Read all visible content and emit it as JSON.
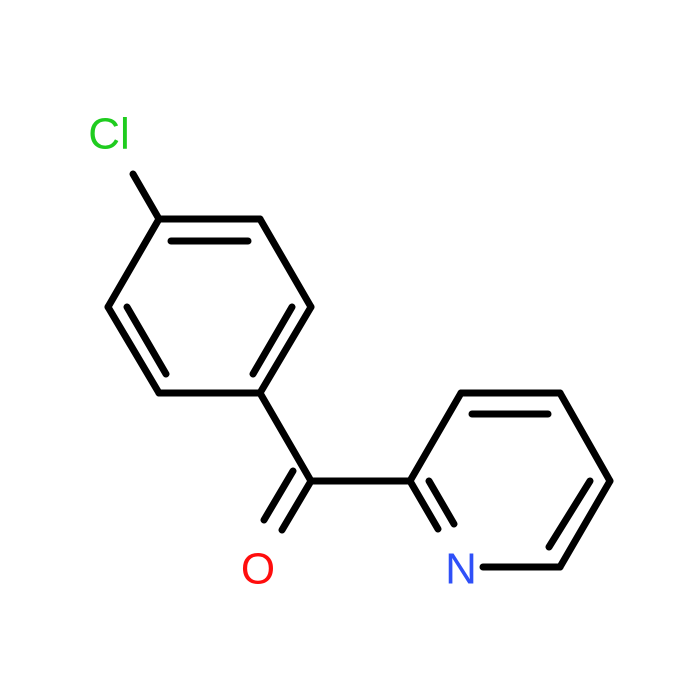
{
  "molecule": {
    "atoms": {
      "cl": {
        "symbol": "Cl",
        "color": "#1fcc1f"
      },
      "o": {
        "symbol": "O",
        "color": "#ff0d0d"
      },
      "n": {
        "symbol": "N",
        "color": "#2f50f8"
      }
    },
    "bond_color": "#000000",
    "background": "#ffffff"
  }
}
